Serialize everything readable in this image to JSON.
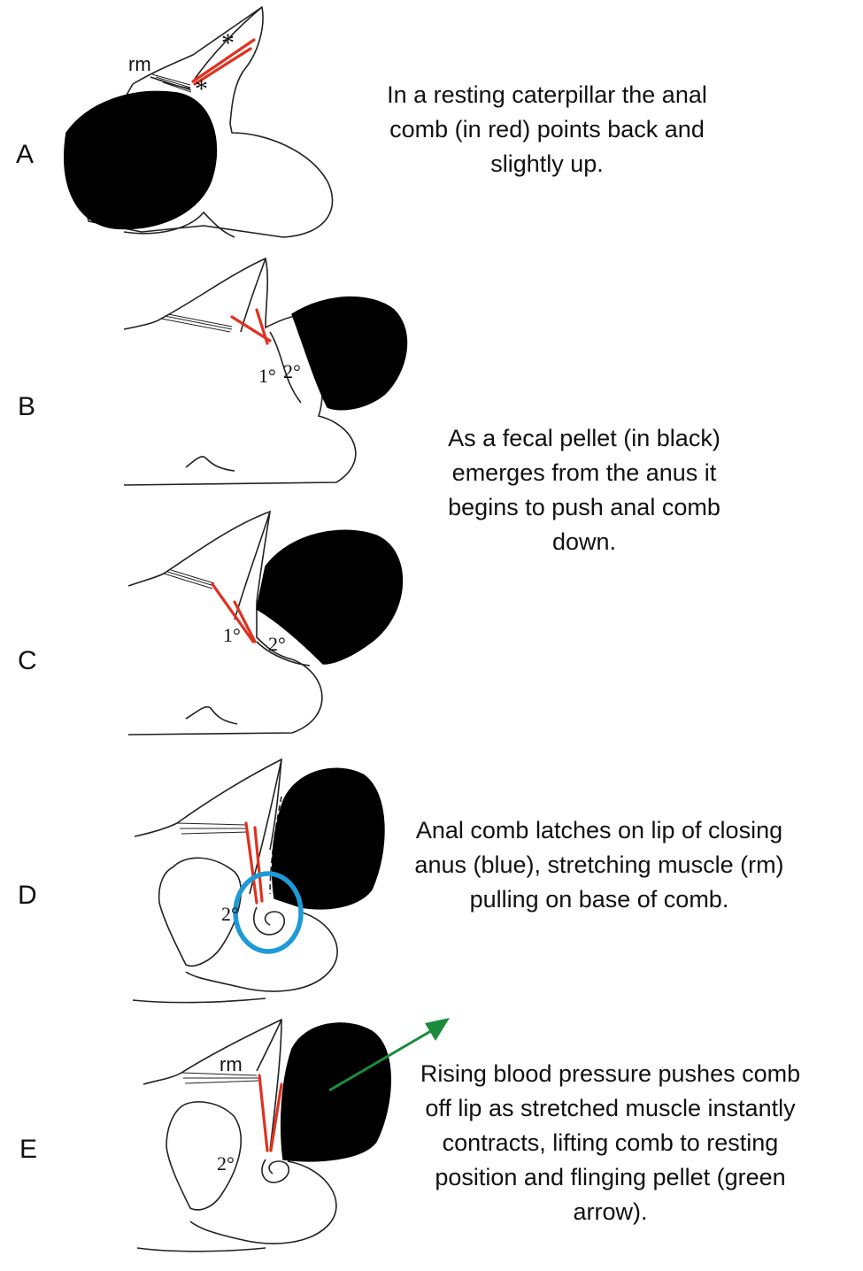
{
  "panels": {
    "a": {
      "letter": "A",
      "rm": "rm",
      "star1": "*",
      "star2": "*",
      "caption": "In a resting caterpillar the anal comb (in red) points back and slightly up."
    },
    "b": {
      "letter": "B",
      "primary": "1°",
      "secondary": "2°",
      "caption": "As a fecal pellet (in black) emerges from the anus it begins to push anal comb down."
    },
    "c": {
      "letter": "C",
      "primary": "1°",
      "secondary": "2°"
    },
    "d": {
      "letter": "D",
      "secondary": "2°",
      "caption": "Anal comb latches on lip of closing anus (blue), stretching muscle (rm) pulling on base of comb."
    },
    "e": {
      "letter": "E",
      "rm": "rm",
      "secondary": "2°",
      "caption": "Rising blood pressure pushes comb off lip as stretched muscle instantly contracts, lifting comb to resting position and flinging pellet (green arrow)."
    }
  },
  "colors": {
    "comb": "#e0311f",
    "anus_lip": "#1e9ad6",
    "arrow": "#1a8c3c",
    "pellet": "#000000"
  }
}
